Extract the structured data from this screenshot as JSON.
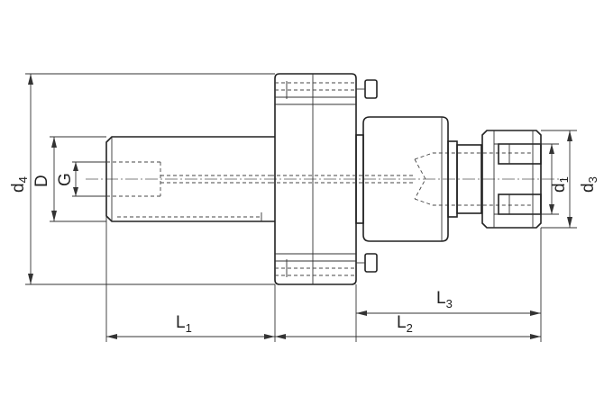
{
  "dimensions": {
    "d4": {
      "main": "d",
      "sub": "4"
    },
    "D": {
      "main": "D",
      "sub": ""
    },
    "G": {
      "main": "G",
      "sub": ""
    },
    "d1": {
      "main": "d",
      "sub": "1"
    },
    "d3": {
      "main": "d",
      "sub": "3"
    },
    "L1": {
      "main": "L",
      "sub": "1"
    },
    "L2": {
      "main": "L",
      "sub": "2"
    },
    "L3": {
      "main": "L",
      "sub": "3"
    }
  },
  "colors": {
    "line": "#222222",
    "background": "#ffffff"
  }
}
